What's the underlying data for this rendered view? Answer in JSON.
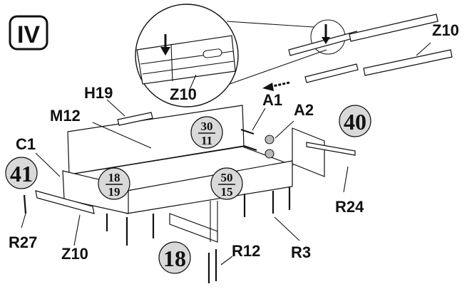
{
  "step": {
    "label": "IV"
  },
  "parts": {
    "Z10_top": "Z10",
    "Z10_zoom": "Z10",
    "H19": "H19",
    "M12": "M12",
    "A1": "A1",
    "A2": "A2",
    "C1": "C1",
    "R24": "R24",
    "R27": "R27",
    "Z10_bottom": "Z10",
    "R12": "R12",
    "R3": "R3"
  },
  "badges": {
    "b40": "40",
    "b41": "41",
    "b18": "18",
    "b30_11": {
      "top": "30",
      "bottom": "11"
    },
    "b18_19": {
      "top": "18",
      "bottom": "19"
    },
    "b50_15": {
      "top": "50",
      "bottom": "15"
    }
  }
}
